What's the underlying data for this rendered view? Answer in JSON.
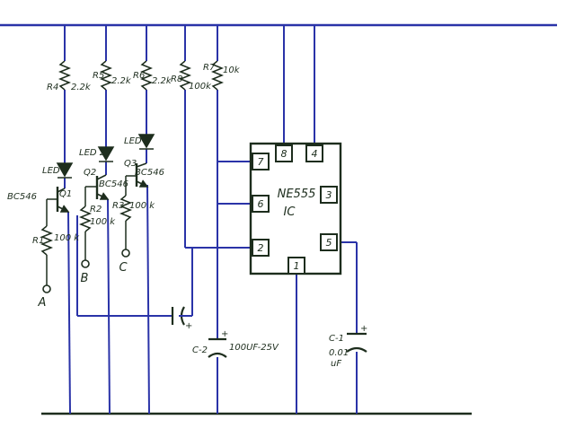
{
  "ic": {
    "name": "NE555",
    "sub": "IC",
    "pins": [
      "1",
      "2",
      "3",
      "4",
      "5",
      "6",
      "7",
      "8"
    ]
  },
  "resistors": {
    "r4": "R4",
    "r4v": "2.2k",
    "r5": "R5",
    "r5v": "2.2k",
    "r6": "R6",
    "r6v": "2.2k",
    "r8": "R8",
    "r8v": "100k",
    "r7": "R7",
    "r7v": "10k",
    "r1": "R1",
    "r1v": "100 k",
    "r2": "R2",
    "r2v": "100 k",
    "r3": "R3",
    "r3v": "100 k"
  },
  "leds": {
    "led1": "LED 1",
    "led2": "LED 2",
    "led3": "LED 3"
  },
  "transistors": {
    "q1": "Q1",
    "q1t": "BC546",
    "q2": "Q2",
    "q2t": "BC546",
    "q3": "Q3",
    "q3t": "BC546"
  },
  "inputs": {
    "a": "A",
    "b": "B",
    "c": "C"
  },
  "caps": {
    "c2": "C-2",
    "c2v": "100UF-25V",
    "c1": "C-1",
    "c1v1": "0.01",
    "c1v2": "uF"
  },
  "colors": {
    "wire": "#2a33a8",
    "ink": "#1d2d1d",
    "led_fill": "#1d2d1d"
  }
}
